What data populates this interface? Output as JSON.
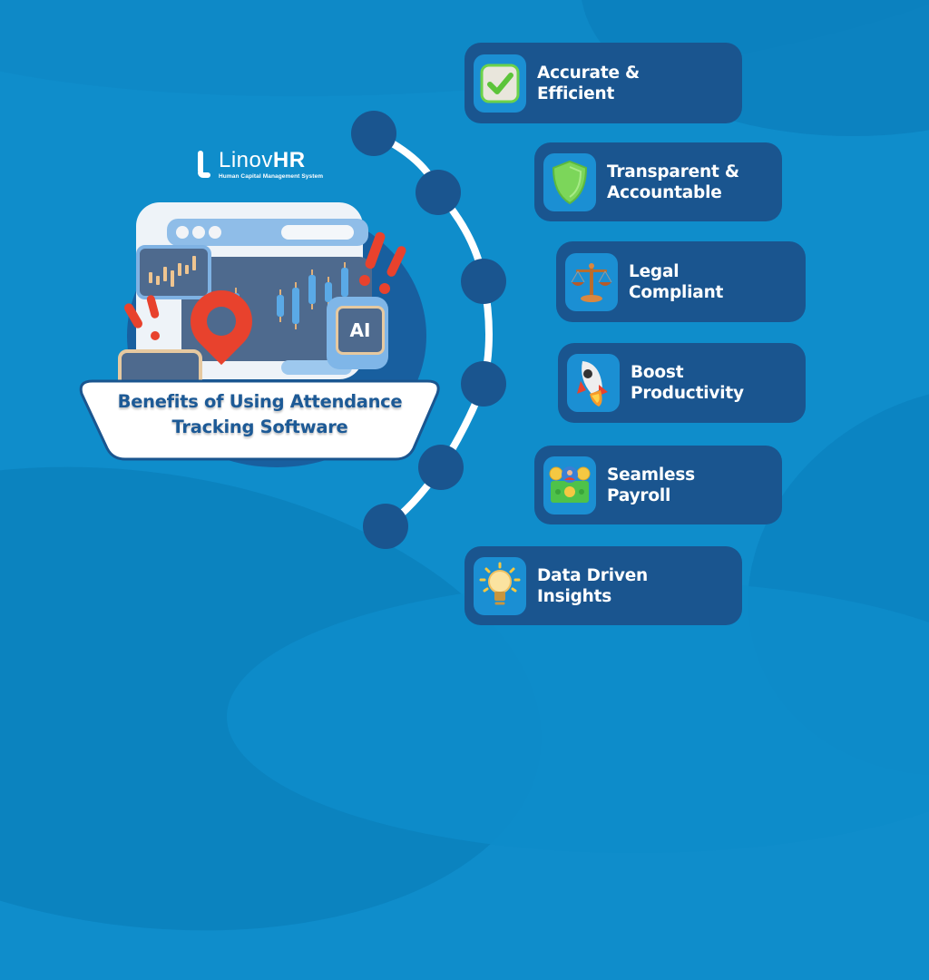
{
  "brand": {
    "name_light": "Linov",
    "name_bold": "HR",
    "tagline": "Human Capital Management System"
  },
  "banner": {
    "title_line1": "Benefits of Using Attendance",
    "title_line2": "Tracking Software"
  },
  "illustration": {
    "chip_label": "AI"
  },
  "benefits": [
    {
      "label": "Accurate &\nEfficient",
      "icon": "checkmark-icon"
    },
    {
      "label": "Transparent &\nAccountable",
      "icon": "shield-icon"
    },
    {
      "label": "Legal\nCompliant",
      "icon": "scales-icon"
    },
    {
      "label": "Boost\nProductivity",
      "icon": "rocket-icon"
    },
    {
      "label": "Seamless\nPayroll",
      "icon": "money-icon"
    },
    {
      "label": "Data Driven\nInsights",
      "icon": "lightbulb-icon"
    }
  ],
  "colors": {
    "background": "#0f8dcb",
    "card": "#1a558f",
    "icon_tile": "#1b8fd3",
    "banner_text": "#1d5a96",
    "accent_red": "#e8422d"
  }
}
